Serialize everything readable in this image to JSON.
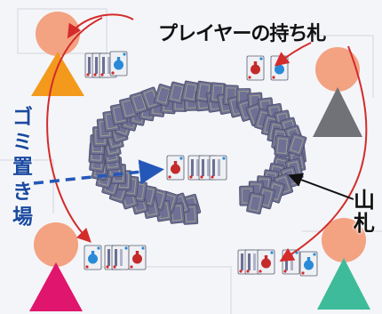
{
  "labels": {
    "player_hand": "プレイヤーの持ち札",
    "discard_pile_chars": [
      "ゴ",
      "ミ",
      "置",
      "き",
      "場"
    ],
    "draw_pile_chars": [
      "山",
      "札"
    ]
  },
  "colors": {
    "player_top_left": "#f39a1d",
    "player_top_right": "#707278",
    "player_bottom_left": "#e0156d",
    "player_bottom_right": "#3dbb9a",
    "head": "#f3a282",
    "arrow_red": "#d42b2b",
    "arrow_blue": "#2458b8",
    "card_back": "#6e7095",
    "card_face": "#eef0f4",
    "potion_red": "#c42a2a",
    "potion_blue": "#2a8ad8"
  },
  "icons": [
    "potion-card-icon",
    "card-back-icon"
  ]
}
